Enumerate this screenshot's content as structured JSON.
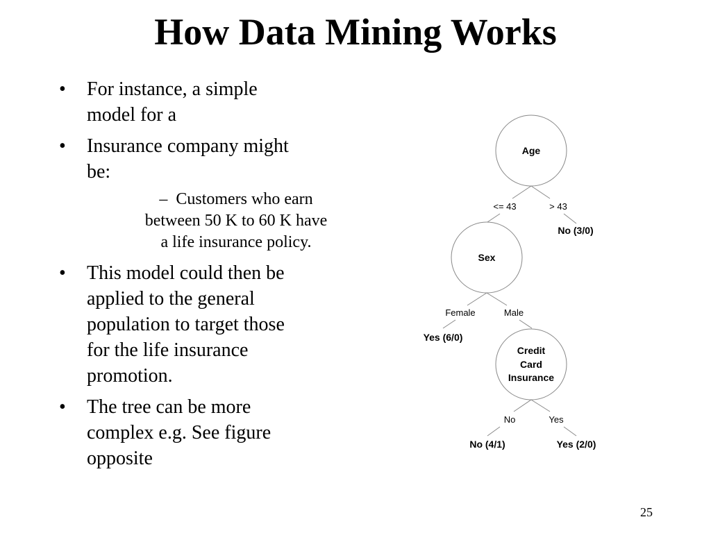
{
  "slide": {
    "title": "How Data Mining Works",
    "page_number": "25"
  },
  "bullets": [
    {
      "symbol": "•",
      "text_line1": "For instance, a simple",
      "text_line2": "model for a"
    },
    {
      "symbol": "•",
      "text_line1": "Insurance company might",
      "text_line2": "be:"
    },
    {
      "symbol": "•",
      "lines": [
        "This model could then be",
        "applied to the general",
        "population to target those",
        "for the life insurance",
        "promotion."
      ]
    },
    {
      "symbol": "•",
      "lines": [
        "The tree can be more",
        "complex e.g.  See figure",
        "opposite"
      ]
    }
  ],
  "sub_bullet": {
    "symbol": "–",
    "lines": [
      "Customers who earn",
      "between 50 K to 60 K have",
      "a life insurance policy."
    ]
  },
  "tree": {
    "root": {
      "label": "Age"
    },
    "root_edges": {
      "left": "<= 43",
      "right": "> 43"
    },
    "root_right_leaf": "No (3/0)",
    "sex_node": {
      "label": "Sex"
    },
    "sex_edges": {
      "left": "Female",
      "right": "Male"
    },
    "sex_left_leaf": "Yes (6/0)",
    "credit_node": {
      "line1": "Credit",
      "line2": "Card",
      "line3": "Insurance"
    },
    "credit_edges": {
      "left": "No",
      "right": "Yes"
    },
    "credit_left_leaf": "No (4/1)",
    "credit_right_leaf": "Yes (2/0)"
  }
}
